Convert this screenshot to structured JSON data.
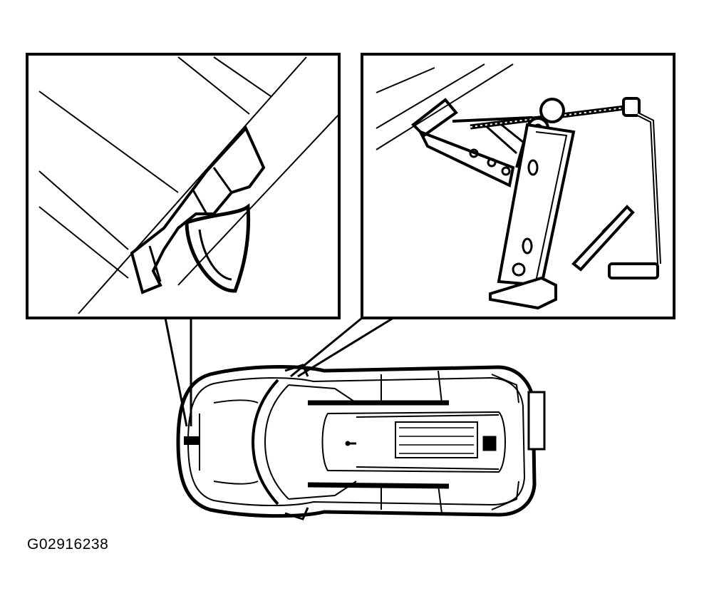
{
  "figure": {
    "code": "G02916238"
  },
  "colors": {
    "ink": "#000000",
    "paper": "#ffffff"
  },
  "panels": {
    "left": "jacking-point-detail",
    "right": "jack-and-crank-detail"
  }
}
